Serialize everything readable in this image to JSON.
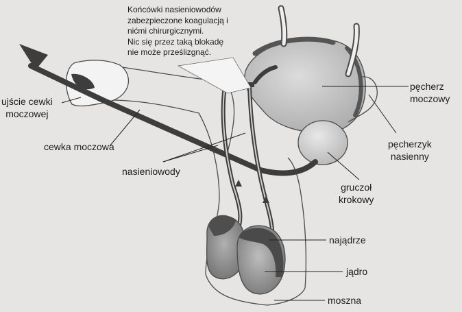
{
  "note_lines": [
    "Końcówki nasieniowodów",
    "zabezpieczone koagulacją i",
    "nićmi chirurgicznymi.",
    "Nic się przez taką blokadę",
    "nie może prześlizgnąć."
  ],
  "labels": {
    "urethral_opening": [
      "ujście cewki",
      "moczowej"
    ],
    "urethra": "cewka moczowa",
    "vas_deferens": "nasieniowody",
    "bladder": [
      "pęcherz",
      "moczowy"
    ],
    "seminal_vesicle": [
      "pęcherzyk",
      "nasienny"
    ],
    "prostate": [
      "gruczoł",
      "krokowy"
    ],
    "epididymis": "najądrze",
    "testis": "jądro",
    "scrotum": "moszna"
  },
  "colors": {
    "background": "#e7e5e4",
    "outline": "#4a4a4a",
    "dark_duct": "#3d3d3d",
    "organ_light": "#c9c9c9",
    "organ_mid": "#a8a8a8",
    "organ_dark": "#7c7c7c",
    "highlight": "#f3f3f3"
  }
}
